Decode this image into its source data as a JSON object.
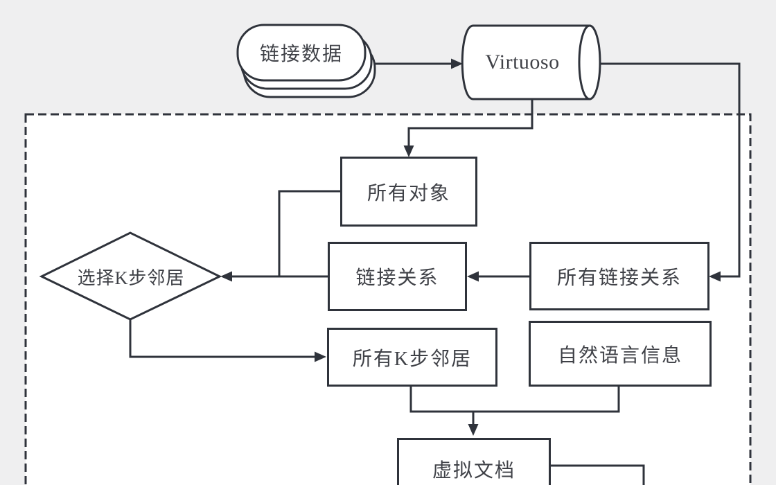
{
  "colors": {
    "bg_outer": "#efeff0",
    "shape_fill": "#ffffff",
    "stroke": "#2f333b",
    "text": "#3f4147"
  },
  "diagram": {
    "nodes": {
      "linked_data": "链接数据",
      "virtuoso": "Virtuoso",
      "all_objects": "所有对象",
      "link_relations": "链接关系",
      "all_link_relations": "所有链接关系",
      "select_k_neighbors": "选择K步邻居",
      "all_k_neighbors": "所有K步邻居",
      "natural_language_info": "自然语言信息",
      "virtual_document": "虚拟文档"
    }
  }
}
